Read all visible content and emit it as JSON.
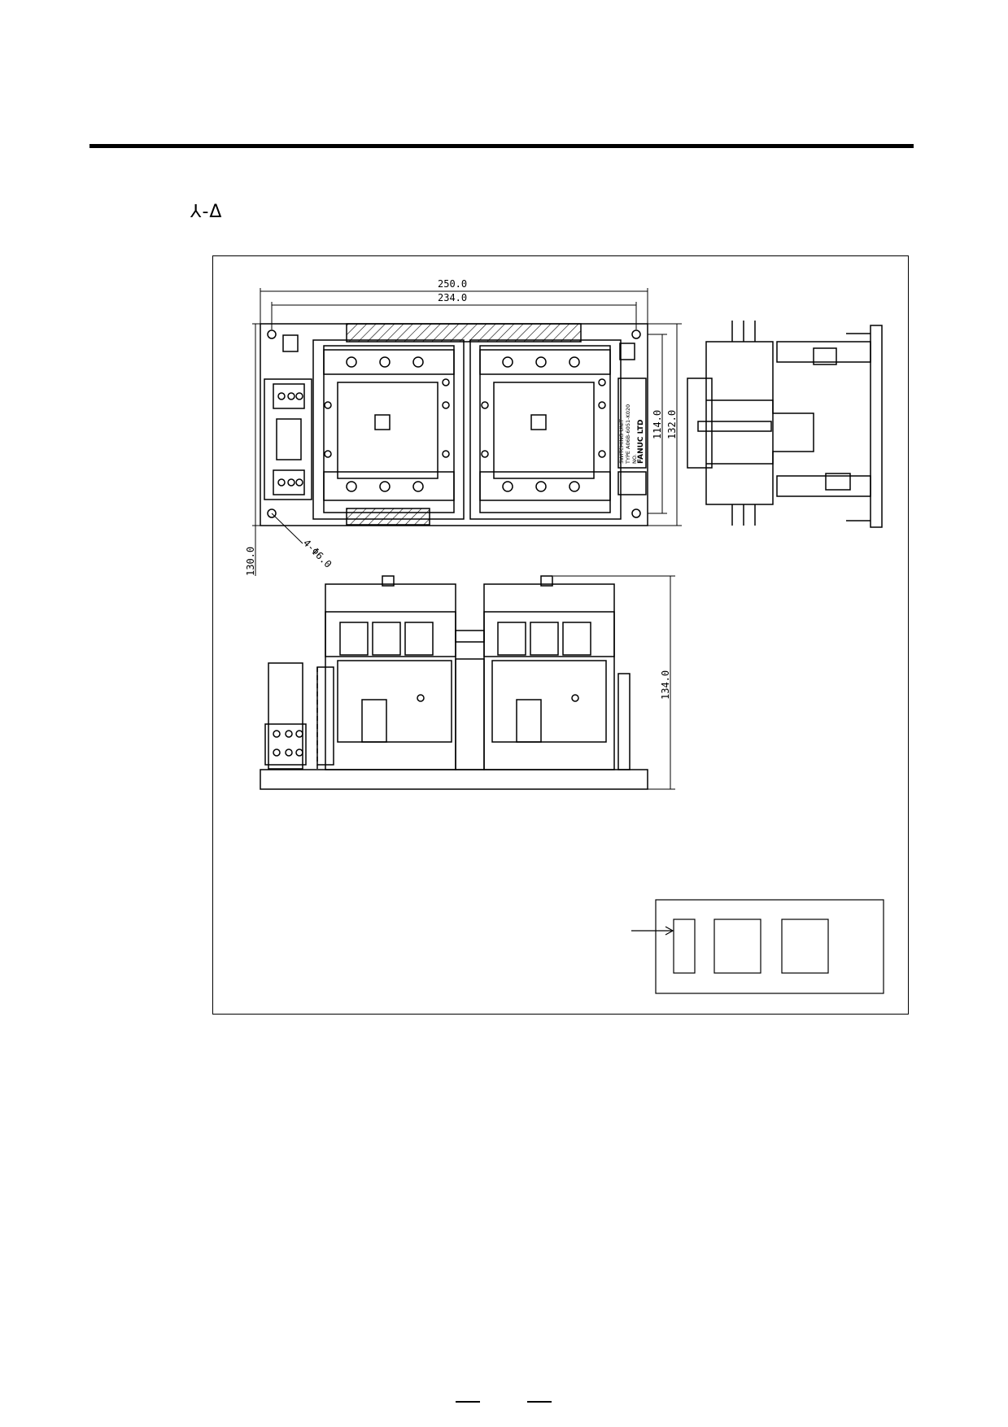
{
  "header": {
    "title": "⅄-Δ"
  },
  "drawing": {
    "dimensions": {
      "overall_width": "250.0",
      "mount_hole_spacing_x": "234.0",
      "mount_hole_spacing_y": "114.0",
      "plate_height": "132.0",
      "overall_height": "130.0",
      "mount_holes": "4-Φ6.0",
      "side_depth": "134.0"
    },
    "nameplate": {
      "line1": "SWITCHING UNIT",
      "line2": "TYPE A06B-6051-K020",
      "line3": "NO.",
      "maker": "FANUC LTD"
    }
  },
  "footer": {
    "left_mark": "—",
    "right_mark": "—"
  }
}
